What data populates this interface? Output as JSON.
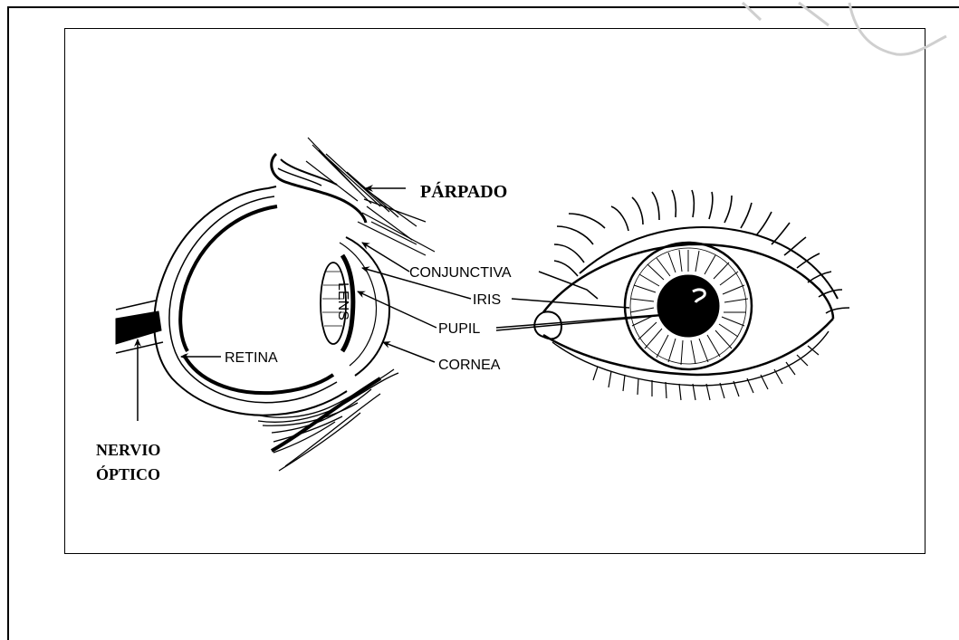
{
  "labels": {
    "eyelid": "PÁRPADO",
    "conjunctiva": "CONJUNCTIVA",
    "iris": "IRIS",
    "pupil": "PUPIL",
    "cornea": "CORNEA",
    "retina": "RETINA",
    "lens": "LENS",
    "optic_nerve_line1": "NERVIO",
    "optic_nerve_line2": "ÓPTICO"
  }
}
